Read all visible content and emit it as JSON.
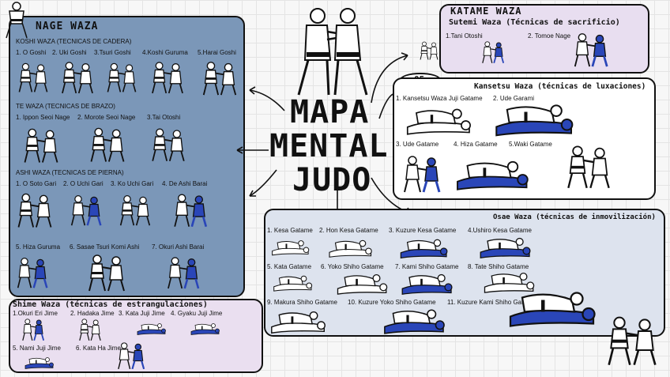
{
  "title": {
    "line1": "MAPA",
    "line2": "MENTAL",
    "line3": "JUDO"
  },
  "nage_waza": {
    "heading": "NAGE WAZA",
    "koshi": {
      "heading": "KOSHI WAZA (TECNICAS DE CADERA)",
      "items": [
        "1. O Goshi",
        "2. Uki Goshi",
        "3.Tsuri Goshi",
        "4.Koshi Guruma",
        "5.Harai Goshi"
      ]
    },
    "te": {
      "heading": "TE WAZA (TECNICAS DE BRAZO)",
      "items": [
        "1. Ippon Seoi Nage",
        "2. Morote Seoi Nage",
        "3.Tai Otoshi"
      ]
    },
    "ashi": {
      "heading": "ASHI WAZA (TECNICAS DE PIERNA)",
      "items": [
        "1. O Soto Gari",
        "2. O Uchi Gari",
        "3. Ko Uchi Gari",
        "4. De Ashi Barai",
        "5. Hiza Guruma",
        "6. Sasae Tsuri Komi Ashi",
        "7. Okuri Ashi Barai"
      ]
    }
  },
  "shime_waza": {
    "heading": "Shime Waza (técnicas de estrangulaciones)",
    "items": [
      "1.Okuri Eri Jime",
      "2. Hadaka Jime",
      "3. Kata Juji Jime",
      "4. Gyaku Juji Jime",
      "5. Nami Juji Jime",
      "6. Kata Ha Jime"
    ]
  },
  "katame_waza": {
    "heading": "KATAME WAZA",
    "sutemi": {
      "heading": "Sutemi Waza (Técnicas de sacrificio)",
      "items": [
        "1.Tani Otoshi",
        "2. Tomoe Nage"
      ]
    },
    "badge": "05"
  },
  "kansetsu_waza": {
    "heading": "Kansetsu Waza (técnicas de luxaciones)",
    "items": [
      "1. Kansetsu Waza Juji Gatame",
      "2. Ude Garami",
      "3. Ude Gatame",
      "4. Hiza Gatame",
      "5.Waki Gatame"
    ]
  },
  "osae_waza": {
    "heading": "Osae Waza (técnicas de inmovilización)",
    "items": [
      "1. Kesa Gatame",
      "2. Hon Kesa Gatame",
      "3. Kuzure Kesa Gatame",
      "4.Ushiro Kesa Gatame",
      "5. Kata Gatame",
      "6. Yoko Shiho Gatame",
      "7. Kami Shiho Gatame",
      "8. Tate Shiho Gatame",
      "9. Makura Shiho Gatame",
      "10. Kuzure Yoko Shiho Gatame",
      "11. Kuzure Kami Shiho Gatame"
    ]
  },
  "colors": {
    "nage_panel": "#7b97b8",
    "katame_panel": "#e8def0",
    "shime_panel": "#eadff0",
    "kansetsu_panel": "#ffffff",
    "osae_panel": "#dde3ee",
    "judogi_blue": "#2a46b8"
  }
}
